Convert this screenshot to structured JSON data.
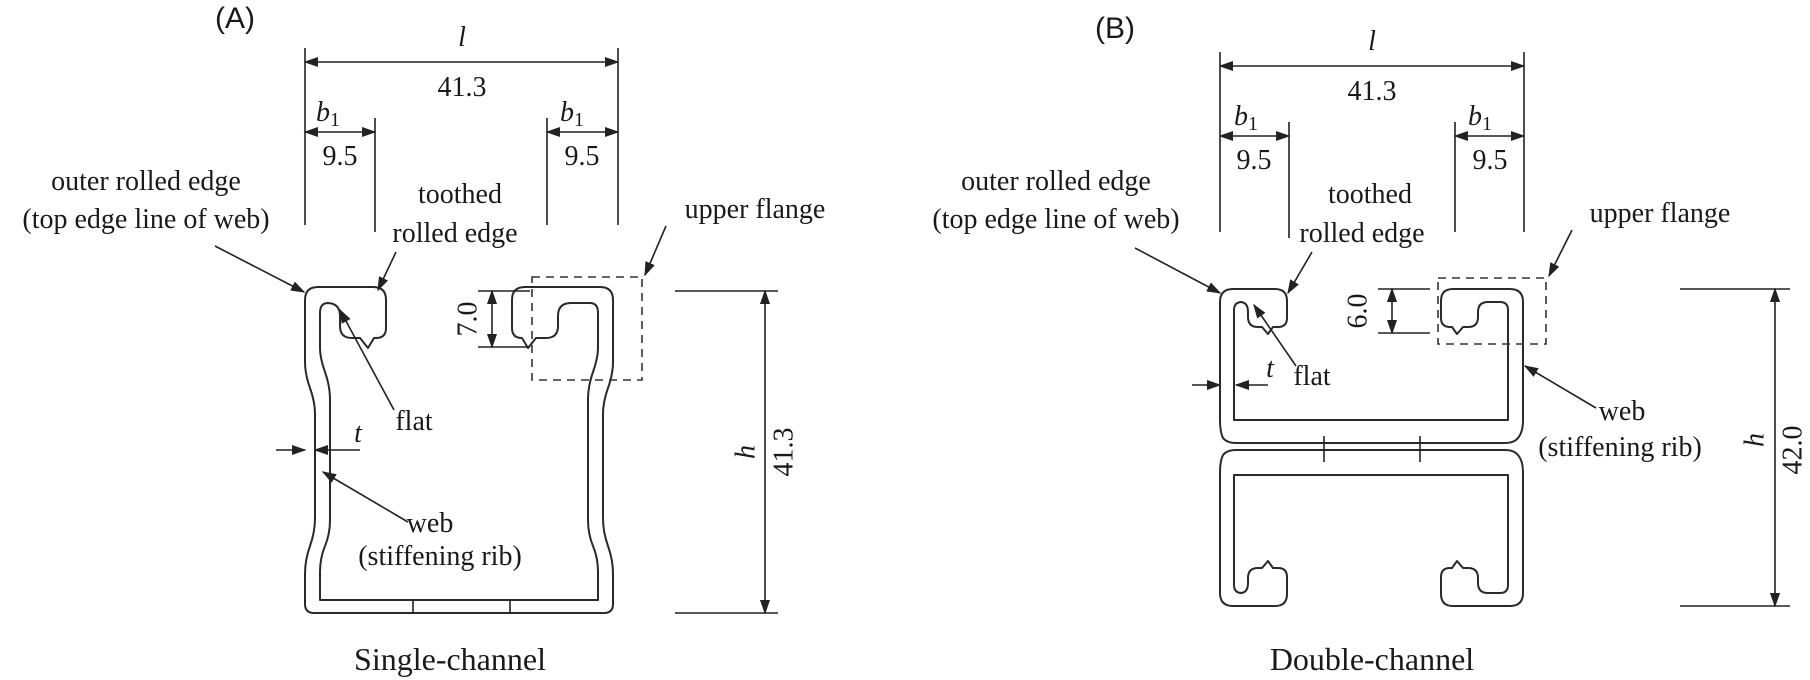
{
  "panel_a": {
    "panel_label": "(A)",
    "caption": "Single-channel",
    "dim_l_symbol": "l",
    "dim_l_value": "41.3",
    "dim_b1_symbol": "b",
    "dim_b1_subscript": "1",
    "dim_b1_left_value": "9.5",
    "dim_b1_right_value": "9.5",
    "dim_opening_value": "7.0",
    "dim_h_symbol": "h",
    "dim_h_value": "41.3",
    "dim_t_symbol": "t",
    "outer_rolled_edge_line1": "outer rolled edge",
    "outer_rolled_edge_line2": "(top edge line of web)",
    "toothed_line1": "toothed",
    "toothed_line2": "rolled edge",
    "upper_flange": "upper flange",
    "flat": "flat",
    "web_line1": "web",
    "web_line2": "(stiffening rib)"
  },
  "panel_b": {
    "panel_label": "(B)",
    "caption": "Double-channel",
    "dim_l_symbol": "l",
    "dim_l_value": "41.3",
    "dim_b1_symbol": "b",
    "dim_b1_subscript": "1",
    "dim_b1_left_value": "9.5",
    "dim_b1_right_value": "9.5",
    "dim_opening_value": "6.0",
    "dim_h_symbol": "h",
    "dim_h_value": "42.0",
    "dim_t_symbol": "t",
    "outer_rolled_edge_line1": "outer rolled edge",
    "outer_rolled_edge_line2": "(top edge line of web)",
    "toothed_line1": "toothed",
    "toothed_line2": "rolled edge",
    "upper_flange": "upper flange",
    "flat": "flat",
    "web_line1": "web",
    "web_line2": "(stiffening rib)"
  }
}
